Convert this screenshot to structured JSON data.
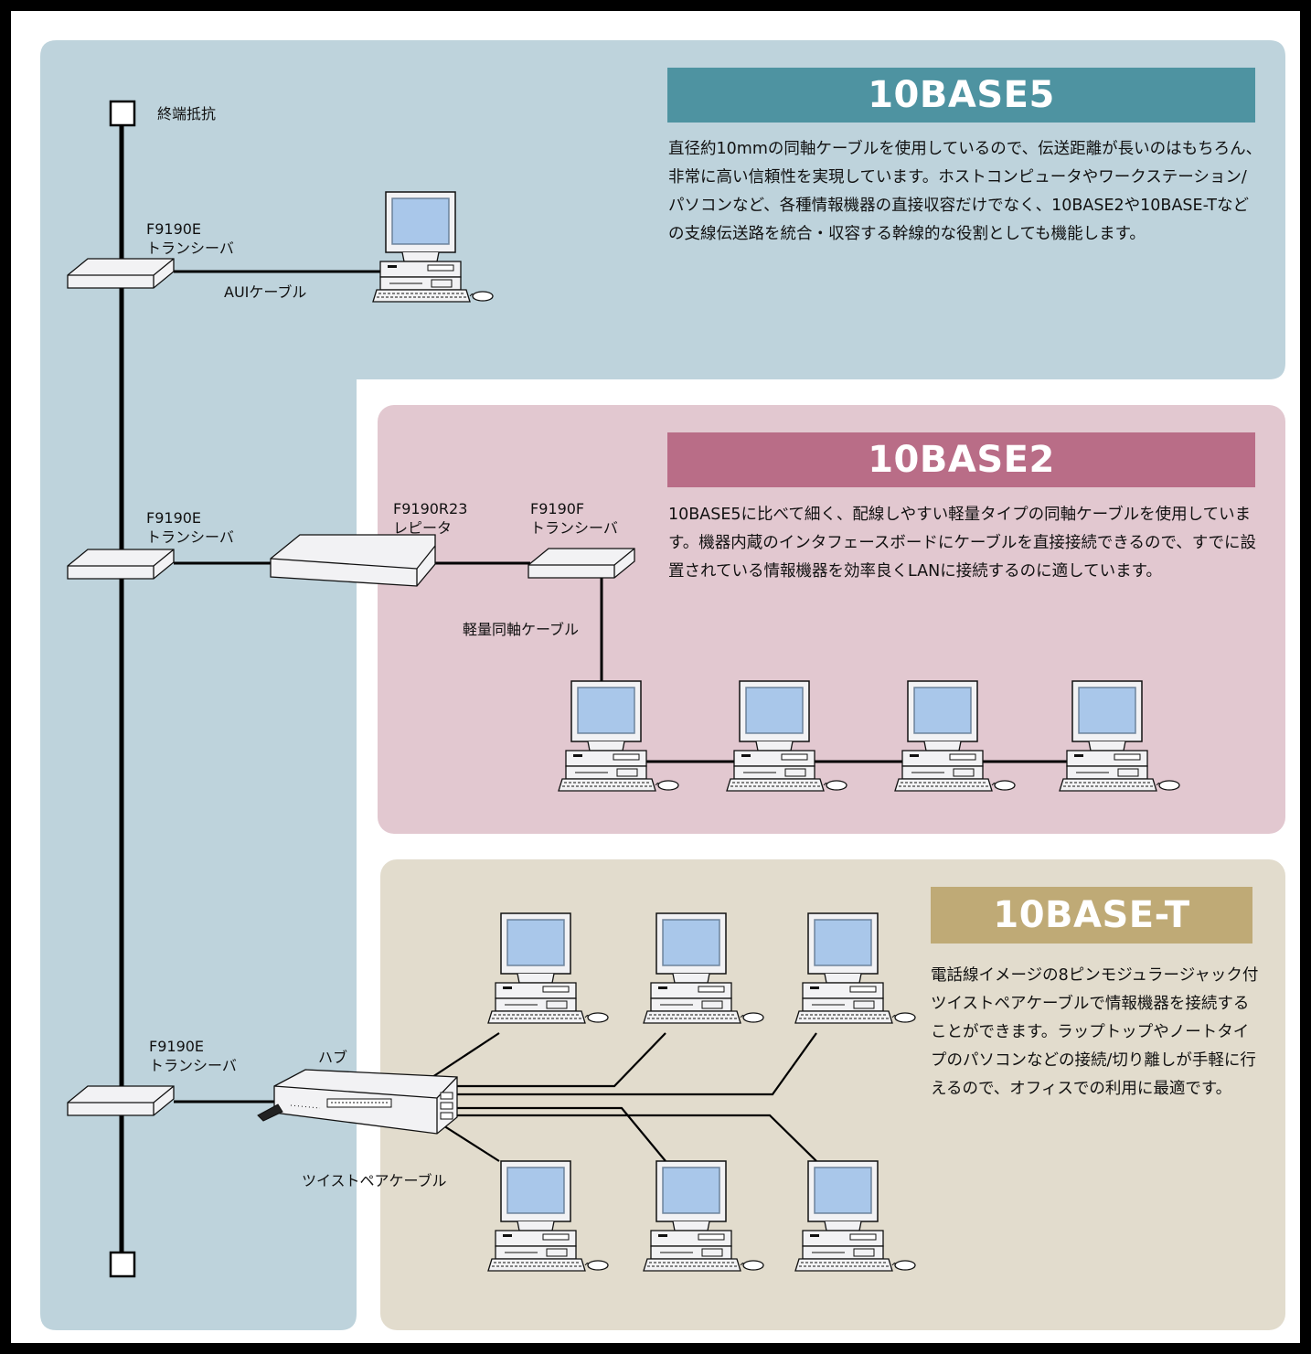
{
  "colors": {
    "frame": "#000000",
    "panel_5": "#bed3dc",
    "panel_2": "#e2c8d0",
    "panel_t": "#e2dccd",
    "title_5": "#4e93a1",
    "title_2": "#b96d87",
    "title_t": "#bfaa76",
    "device_face": "#f2f2f4",
    "screen": "#a9c7ea"
  },
  "sections": {
    "b5": {
      "title": "10BASE5",
      "description": "直径約10mmの同軸ケーブルを使用しているので、伝送距離が長いのはもちろん、非常に高い信頼性を実現しています。ホストコンピュータやワークステーション/パソコンなど、各種情報機器の直接収容だけでなく、10BASE2や10BASE-Tなどの支線伝送路を統合・収容する幹線的な役割としても機能します。"
    },
    "b2": {
      "title": "10BASE2",
      "description": "10BASE5に比べて細く、配線しやすい軽量タイプの同軸ケーブルを使用しています。機器内蔵のインタフェースボードにケーブルを直接接続できるので、すでに設置されている情報機器を効率良くLANに接続するのに適しています。"
    },
    "bt": {
      "title": "10BASE-T",
      "description": "電話線イメージの8ピンモジュラージャック付ツイストペアケーブルで情報機器を接続することができます。ラップトップやノートタイプのパソコンなどの接続/切り離しが手軽に行えるので、オフィスでの利用に最適です。"
    }
  },
  "labels": {
    "terminator": "終端抵抗",
    "transceiver1_model": "F9190E",
    "transceiver1_name": "トランシーバ",
    "aui_cable": "AUIケーブル",
    "transceiver2_model": "F9190E",
    "transceiver2_name": "トランシーバ",
    "repeater_model": "F9190R23",
    "repeater_name": "レピータ",
    "transceiver_f_model": "F9190F",
    "transceiver_f_name": "トランシーバ",
    "thin_coax": "軽量同軸ケーブル",
    "transceiver3_model": "F9190E",
    "transceiver3_name": "トランシーバ",
    "hub": "ハブ",
    "twisted_pair": "ツイストペアケーブル"
  },
  "icons": [
    "terminator-icon",
    "transceiver-icon",
    "repeater-icon",
    "hub-icon",
    "computer-icon"
  ]
}
